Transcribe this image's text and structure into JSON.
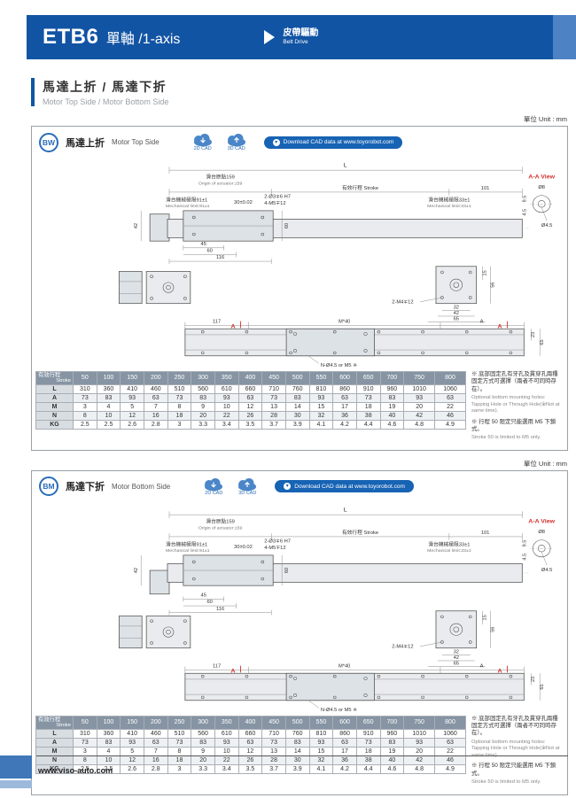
{
  "header": {
    "model": "ETB6",
    "axis_label": "單軸 /1-axis",
    "drive_zh": "皮帶驅動",
    "drive_en": "Belt Drive"
  },
  "section": {
    "title_zh": "馬達上折 / 馬達下折",
    "title_en": "Motor Top Side / Motor Bottom Side"
  },
  "unit_label": "單位 Unit : mm",
  "cad": {
    "cad_2d": "2D CAD",
    "cad_3d": "3D CAD",
    "download_label": "Download CAD data at www.toyorobot.com"
  },
  "panels": [
    {
      "badge": "BW",
      "title_zh": "馬達上折",
      "title_en": "Motor Top Side"
    },
    {
      "badge": "BM",
      "title_zh": "馬達下折",
      "title_en": "Motor Bottom Side"
    }
  ],
  "drawing": {
    "overall_len": "L",
    "origin_zh": "滑台原點159",
    "origin_en": "Origin of actuator:159",
    "stroke_label": "有效行程 Stroke",
    "dim_101": "101",
    "mech_left_zh": "滑台機械極限91±1",
    "mech_left_en": "Mechanical limit:91±1",
    "mech_right_zh": "滑台機械極限33±1",
    "mech_right_en": "Mechanical limit:33±1",
    "dim_30": "30±0.02",
    "holes_a": "2-Ø3∓6 H7",
    "holes_b": "4-M5∓12",
    "dim_42": "42",
    "dim_60a": "60",
    "dim_45": "45",
    "dim_60b": "60",
    "dim_116": "116",
    "aa_view": "A-A View",
    "dia_8": "Ø8",
    "dim_9_5": "9.5",
    "dim_4_5": "4.5",
    "dia_4_5": "Ø4.5",
    "dim_15": "15",
    "dim_56": "56",
    "dim_32": "32",
    "dim_42b": "42",
    "dim_65": "65",
    "holes_c": "2-M4∓12",
    "dim_117": "117",
    "pitch": "M*40",
    "dim_a": "A",
    "section_a": "A",
    "dim_23": "23",
    "dim_65b": "65",
    "bottom_holes": "N-Ø4.5 or M5 ※"
  },
  "table": {
    "corner_zh": "有效行程",
    "corner_en": "Stroke",
    "columns": [
      "50",
      "100",
      "150",
      "200",
      "250",
      "300",
      "350",
      "400",
      "450",
      "500",
      "550",
      "600",
      "650",
      "700",
      "750",
      "800"
    ],
    "rows": [
      {
        "label": "L",
        "values": [
          "310",
          "360",
          "410",
          "460",
          "510",
          "560",
          "610",
          "660",
          "710",
          "760",
          "810",
          "860",
          "910",
          "960",
          "1010",
          "1060"
        ]
      },
      {
        "label": "A",
        "values": [
          "73",
          "83",
          "93",
          "63",
          "73",
          "83",
          "93",
          "63",
          "73",
          "83",
          "93",
          "63",
          "73",
          "83",
          "93",
          "63"
        ]
      },
      {
        "label": "M",
        "values": [
          "3",
          "4",
          "5",
          "7",
          "8",
          "9",
          "10",
          "12",
          "13",
          "14",
          "15",
          "17",
          "18",
          "19",
          "20",
          "22"
        ]
      },
      {
        "label": "N",
        "values": [
          "8",
          "10",
          "12",
          "16",
          "18",
          "20",
          "22",
          "26",
          "28",
          "30",
          "32",
          "36",
          "38",
          "40",
          "42",
          "46"
        ]
      },
      {
        "label": "KG",
        "values": [
          "2.5",
          "2.5",
          "2.6",
          "2.8",
          "3",
          "3.3",
          "3.4",
          "3.5",
          "3.7",
          "3.9",
          "4.1",
          "4.2",
          "4.4",
          "4.6",
          "4.8",
          "4.9"
        ]
      }
    ]
  },
  "notes": {
    "n1_zh": "※ 底部固定孔有牙孔及貫穿孔兩種固定方式可選擇（兩者不可同時存在）。",
    "n1_en": "Optional bottom mounting holes: Tapping Hole or Through Hole(※Not at same time).",
    "n2_zh": "※ 行程 50 限定只能選用 M5 下鎖式。",
    "n2_en": "Stroke 50 is limited to M5 only."
  },
  "footer": {
    "url": "www.viso-auto.com"
  }
}
